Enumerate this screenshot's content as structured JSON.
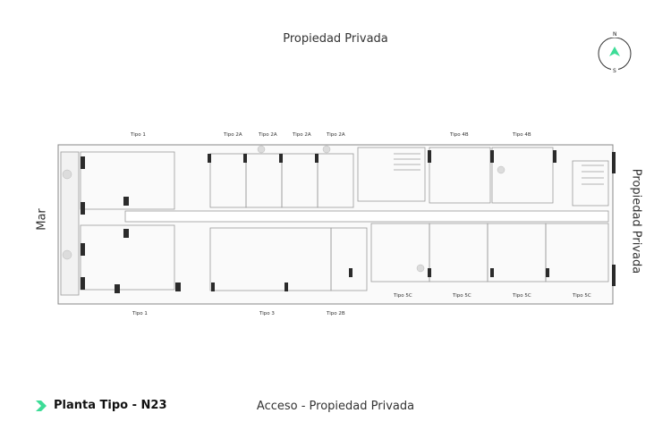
{
  "header": {
    "top_label": "Propiedad Privada"
  },
  "footer": {
    "bottom_label": "Acceso - Propiedad Privada",
    "plan_title": "Planta Tipo - N23"
  },
  "sides": {
    "left_label": "Mar",
    "right_label": "Propiedad Privada"
  },
  "compass": {
    "north": "N",
    "south": "S"
  },
  "units_top": [
    {
      "label": "Tipo 1"
    },
    {
      "label": "Tipo 2A"
    },
    {
      "label": "Tipo 2A"
    },
    {
      "label": "Tipo 2A"
    },
    {
      "label": "Tipo 2A"
    },
    {
      "label": "Tipo 4B"
    },
    {
      "label": "Tipo 4B"
    }
  ],
  "units_bottom": [
    {
      "label": "Tipo 1"
    },
    {
      "label": "Tipo 3"
    },
    {
      "label": "Tipo 2B"
    }
  ],
  "units_right_bottom": [
    {
      "label": "Tipo 5C"
    },
    {
      "label": "Tipo 5C"
    },
    {
      "label": "Tipo 5C"
    },
    {
      "label": "Tipo 5C"
    }
  ],
  "colors": {
    "accent": "#3ddc97",
    "wall": "#2b2b2b",
    "line": "#9a9a9a",
    "floor": "#f2f2f2"
  }
}
